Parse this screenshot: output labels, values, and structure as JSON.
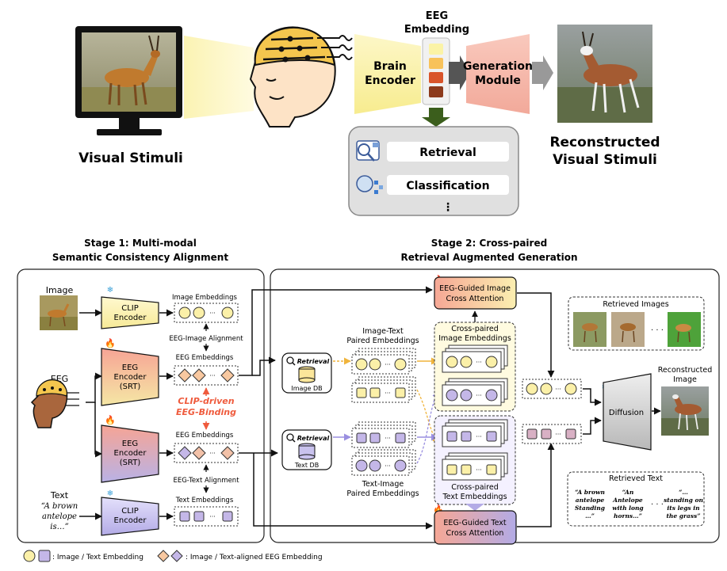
{
  "top": {
    "visual_stimuli": "Visual Stimuli",
    "brain_encoder_1": "Brain",
    "brain_encoder_2": "Encoder",
    "eeg_embedding_1": "EEG",
    "eeg_embedding_2": "Embedding",
    "generation_1": "Generation",
    "generation_2": "Module",
    "reconstructed_1": "Reconstructed",
    "reconstructed_2": "Visual Stimuli",
    "retrieval": "Retrieval",
    "classification": "Classification",
    "ellipsis": "⋮"
  },
  "stage1": {
    "title_1": "Stage 1: Multi-modal",
    "title_2": "Semantic Consistency Alignment",
    "image_label": "Image",
    "eeg_label": "EEG",
    "text_label": "Text",
    "text_quote_1": "“A brown",
    "text_quote_2": "antelope",
    "text_quote_3": "is…”",
    "clip_1": "CLIP",
    "clip_2": "Encoder",
    "eeg_enc_1": "EEG",
    "eeg_enc_2": "Encoder",
    "eeg_enc_3": "(SRT)",
    "image_embeddings": "Image Embeddings",
    "eeg_image_alignment": "EEG-Image Alignment",
    "eeg_embeddings": "EEG Embeddings",
    "binding_1": "CLIP-driven",
    "binding_2": "EEG-Binding",
    "eeg_text_alignment": "EEG-Text Alignment",
    "text_embeddings": "Text Embeddings"
  },
  "stage2": {
    "title_1": "Stage 2: Cross-paired",
    "title_2": "Retrieval Augmented Generation",
    "retrieval": "Retrieval",
    "image_db": "Image DB",
    "text_db": "Text DB",
    "it_paired_1": "Image-Text",
    "it_paired_2": "Paired Embeddings",
    "ti_paired_1": "Text-Image",
    "ti_paired_2": "Paired Embeddings",
    "cp_image_1": "Cross-paired",
    "cp_image_2": "Image Embeddings",
    "cp_text_1": "Cross-paired",
    "cp_text_2": "Text Embeddings",
    "img_attn_1": "EEG-Guided Image",
    "img_attn_2": "Cross Attention",
    "txt_attn_1": "EEG-Guided Text",
    "txt_attn_2": "Cross Attention",
    "retrieved_images": "Retrieved Images",
    "retrieved_text": "Retrieved Text",
    "rt1_1": "“A brown",
    "rt1_2": "antelope",
    "rt1_3": "Standing",
    "rt1_4": "…”",
    "rt2_1": "“An",
    "rt2_2": "Antelope",
    "rt2_3": "with long",
    "rt2_4": "horns…”",
    "rt3_1": "“…",
    "rt3_2": "standing on",
    "rt3_3": "its legs in",
    "rt3_4": "the grass”",
    "diffusion": "Diffusion",
    "recon_1": "Reconstructed",
    "recon_2": "Image",
    "dots": "· · ·"
  },
  "legend": {
    "circle_square": ": Image / Text Embedding",
    "diamonds": ": Image / Text-aligned EEG Embedding"
  }
}
